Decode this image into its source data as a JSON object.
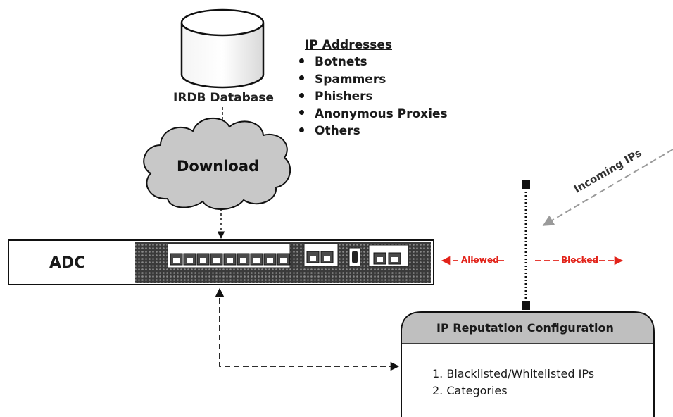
{
  "database": {
    "label": "IRDB Database"
  },
  "ip_addresses": {
    "heading": "IP Addresses",
    "items": [
      "Botnets",
      "Spammers",
      "Phishers",
      "Anonymous Proxies",
      "Others"
    ]
  },
  "cloud": {
    "label": "Download"
  },
  "adc": {
    "label": "ADC"
  },
  "traffic": {
    "allowed": "Allowed",
    "blocked": "Blocked",
    "incoming": "Incoming IPs"
  },
  "config": {
    "title": "IP Reputation Configuration",
    "items": [
      "1. Blacklisted/Whitelisted IPs",
      "2. Categories"
    ]
  },
  "colors": {
    "accent_red": "#e2231a",
    "cloud_fill": "#c8c8c8",
    "header_fill": "#bfbfbf",
    "port_fill": "#4a4a4a"
  }
}
